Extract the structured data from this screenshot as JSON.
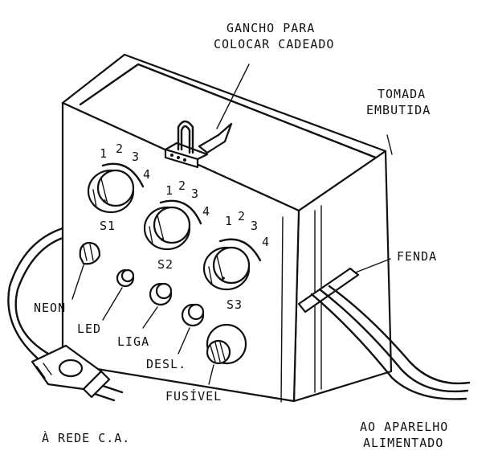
{
  "labels": {
    "gancho_line1": "GANCHO PARA",
    "gancho_line2": "COLOCAR CADEADO",
    "tomada_line1": "TOMADA",
    "tomada_line2": "EMBUTIDA",
    "fenda": "FENDA",
    "neon": "NEON",
    "led": "LED",
    "liga": "LIGA",
    "desl": "DESL.",
    "fusivel": "FUSÍVEL",
    "rede": "À REDE C.A.",
    "aparelho_line1": "AO APARELHO",
    "aparelho_line2": "ALIMENTADO"
  },
  "switches": [
    {
      "name": "S1",
      "scale": [
        "1",
        "2",
        "3",
        "4"
      ]
    },
    {
      "name": "S2",
      "scale": [
        "1",
        "2",
        "3",
        "4"
      ]
    },
    {
      "name": "S3",
      "scale": [
        "1",
        "2",
        "3",
        "4"
      ]
    }
  ]
}
